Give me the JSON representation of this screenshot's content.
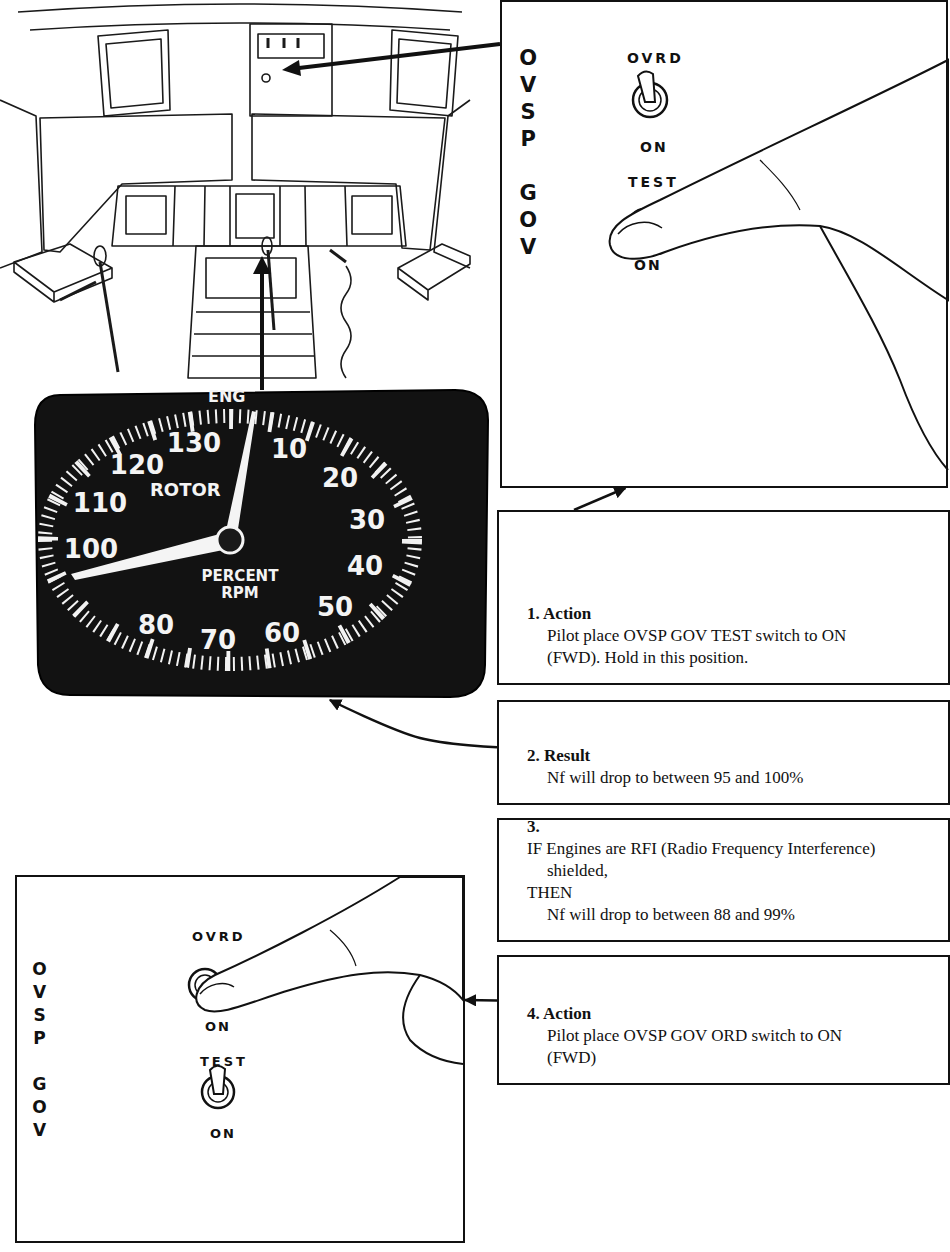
{
  "diagram": {
    "nodes": [
      {
        "text": [
          "OVSP GOV",
          "OVRD",
          "ON",
          "TEST",
          "ON"
        ]
      },
      {
        "text": [
          "ENG",
          "ROTOR",
          "PERCENT RPM",
          "130",
          "120",
          "110",
          "100",
          "80",
          "70",
          "60",
          "50",
          "40",
          "30",
          "20",
          "10"
        ]
      },
      {
        "text": [
          "1. Action",
          "Pilot place OVSP GOV TEST switch to ON (FWD). Hold in this position."
        ]
      },
      {
        "text": [
          "2. Result",
          "Nf will drop to between 95 and 100%"
        ]
      },
      {
        "text": [
          "3.",
          "IF Engines are RFI (Radio Frequency Interference) shielded,",
          "THEN",
          "Nf will drop to between 88 and 99%"
        ]
      },
      {
        "text": [
          "OVSP GOV",
          "OVRD",
          "ON",
          "TEST",
          "ON"
        ]
      },
      {
        "text": [
          "4. Action",
          "Pilot place OVSP GOV ORD switch to ON (FWD)"
        ]
      }
    ],
    "edges": [
      {
        "from": 2,
        "to": 0,
        "arrow": "to"
      },
      {
        "from": 3,
        "to": 1,
        "arrow": "to"
      },
      {
        "from": 6,
        "to": 5,
        "arrow": "to"
      }
    ]
  }
}
